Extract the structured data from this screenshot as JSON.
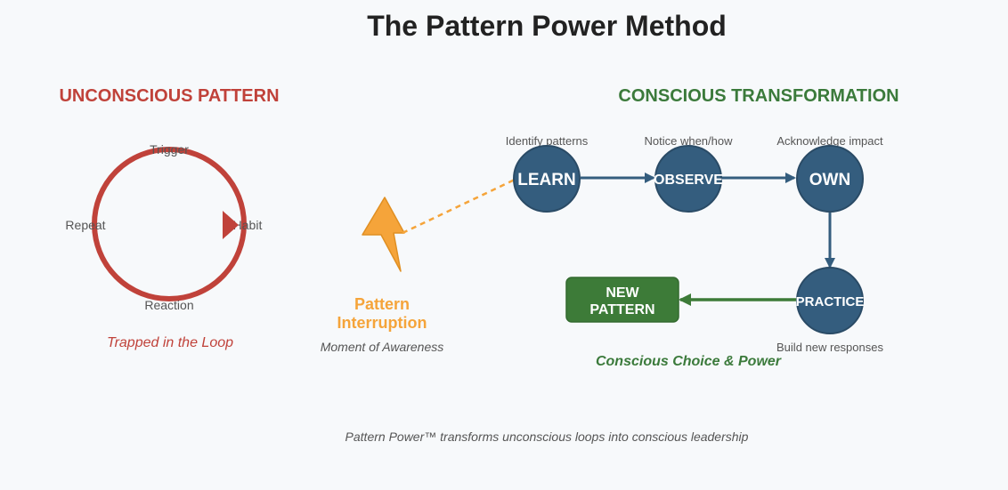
{
  "title": "The Pattern Power Method",
  "colors": {
    "background": "#f7f9fb",
    "title": "#222222",
    "unconscious": "#c0423a",
    "interruption": "#f5a43a",
    "conscious": "#3b7a3b",
    "node": "#345d7e",
    "node_stroke": "#2a4b66",
    "new_pattern": "#3d7b38",
    "muted_text": "#555555"
  },
  "unconscious": {
    "heading": "UNCONSCIOUS PATTERN",
    "labels": {
      "trigger": "Trigger",
      "habit": "Habit",
      "reaction": "Reaction",
      "repeat": "Repeat"
    },
    "caption": "Trapped in the Loop"
  },
  "interruption": {
    "icon": "lightning-bolt-icon",
    "label_line1": "Pattern",
    "label_line2": "Interruption",
    "caption": "Moment of Awareness"
  },
  "conscious": {
    "heading": "CONSCIOUS TRANSFORMATION",
    "steps": [
      {
        "label": "LEARN",
        "note": "Identify patterns"
      },
      {
        "label": "OBSERVE",
        "note": "Notice when/how"
      },
      {
        "label": "OWN",
        "note": "Acknowledge impact"
      },
      {
        "label": "PRACTICE",
        "note": "Build new responses"
      }
    ],
    "result_line1": "NEW",
    "result_line2": "PATTERN",
    "caption": "Conscious Choice & Power"
  },
  "footer": "Pattern Power™ transforms unconscious loops into conscious leadership"
}
